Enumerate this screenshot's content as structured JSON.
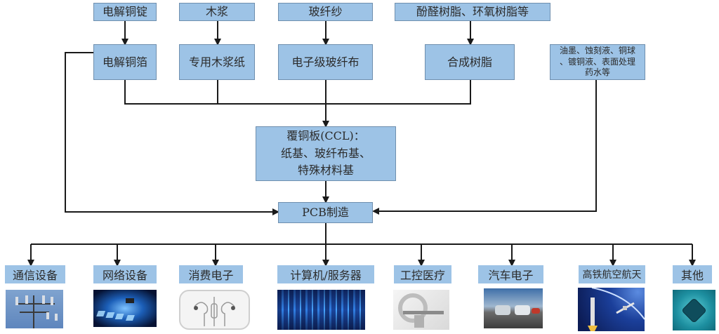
{
  "diagram": {
    "title": "PCB产业链",
    "raw_materials": [
      {
        "id": "copper-ingot",
        "label": "电解铜锭"
      },
      {
        "id": "wood-pulp",
        "label": "木浆"
      },
      {
        "id": "glass-yarn",
        "label": "玻纤纱"
      },
      {
        "id": "resin-raw",
        "label": "酚醛树脂、环氧树脂等"
      }
    ],
    "intermediates": [
      {
        "id": "copper-foil",
        "label": "电解铜箔"
      },
      {
        "id": "pulp-paper",
        "label": "专用木浆纸"
      },
      {
        "id": "glass-cloth",
        "label": "电子级玻纤布"
      },
      {
        "id": "synthetic-resin",
        "label": "合成树脂"
      }
    ],
    "chemicals": {
      "lines": [
        "油墨、蚀刻液、铜球",
        "、镀铜液、表面处理",
        "药水等"
      ]
    },
    "ccl": {
      "lines": [
        "覆铜板(CCL)：",
        "纸基、玻纤布基、",
        "特殊材料基"
      ]
    },
    "pcb": {
      "label": "PCB制造"
    },
    "applications": [
      {
        "id": "telecom",
        "label": "通信设备",
        "image": "cell-tower-image"
      },
      {
        "id": "network",
        "label": "网络设备",
        "image": "network-chip-image"
      },
      {
        "id": "consumer",
        "label": "消费电子",
        "image": "earphones-image"
      },
      {
        "id": "computer",
        "label": "计算机/服务器",
        "image": "server-room-image"
      },
      {
        "id": "industrial-medical",
        "label": "工控医疗",
        "image": "ct-scanner-image"
      },
      {
        "id": "automotive",
        "label": "汽车电子",
        "image": "cars-image"
      },
      {
        "id": "rail-aerospace",
        "label": "高铁航空航天",
        "image": "rocket-satellite-image"
      },
      {
        "id": "other",
        "label": "其他",
        "image": "chip-image"
      }
    ],
    "colors": {
      "box_fill": "#9dc3e6",
      "box_border": "#6f8fae",
      "line": "#1a1a1a",
      "text": "#2b2b2b"
    }
  }
}
